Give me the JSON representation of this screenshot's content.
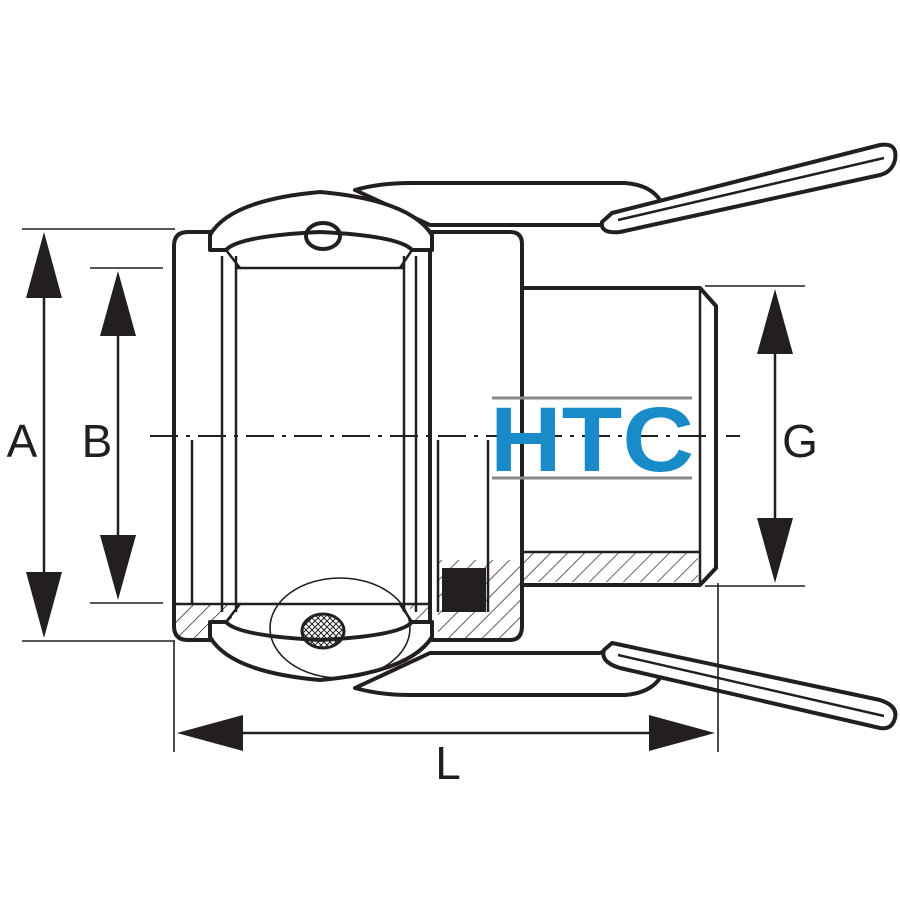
{
  "dimensions": {
    "a_label": "A",
    "b_label": "B",
    "g_label": "G",
    "l_label": "L"
  },
  "logo": {
    "text": "HTC",
    "color": "#1a8bc9"
  },
  "colors": {
    "line": "#231f20",
    "background": "#ffffff"
  }
}
